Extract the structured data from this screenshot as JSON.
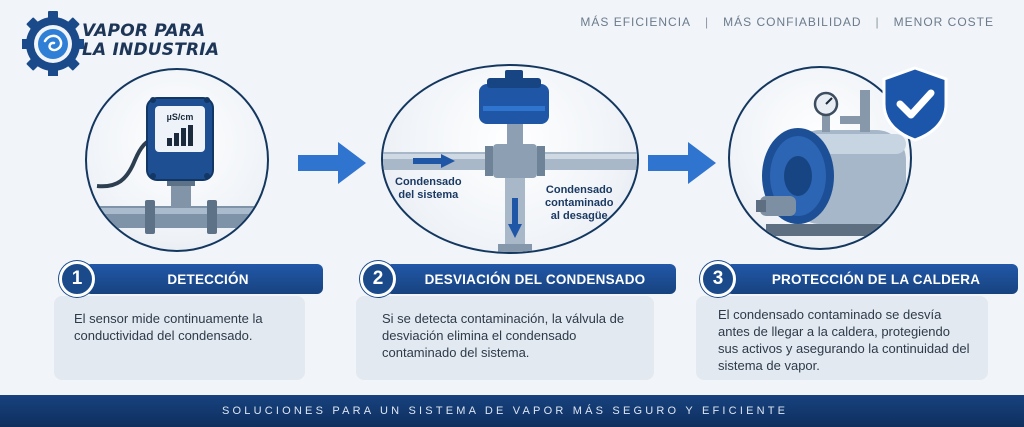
{
  "brand": {
    "line1": "VAPOR PARA",
    "line2": "LA INDUSTRIA"
  },
  "tagline": {
    "items": [
      "MÁS EFICIENCIA",
      "MÁS CONFIABILIDAD",
      "MENOR COSTE"
    ],
    "separator": "|"
  },
  "stage1": {
    "sensor_unit": "µS/cm"
  },
  "stage2": {
    "label_inflow": "Condensado\ndel sistema",
    "label_outflow": "Condensado\ncontaminado\nal desagüe"
  },
  "steps": [
    {
      "number": "1",
      "title": "DETECCIÓN",
      "description": "El sensor mide continuamente la conductividad del condensado."
    },
    {
      "number": "2",
      "title": "DESVIACIÓN DEL CONDENSADO",
      "description": "Si se detecta contaminación, la válvula de desviación elimina el condensado contaminado del sistema."
    },
    {
      "number": "3",
      "title": "PROTECCIÓN DE LA CALDERA",
      "description": "El condensado contaminado se desvía antes de llegar a la caldera, protegiendo sus activos y asegurando la continuidad del sistema de vapor."
    }
  ],
  "footer": {
    "text": "SOLUCIONES PARA UN SISTEMA DE VAPOR MÁS SEGURO Y EFICIENTE"
  },
  "colors": {
    "primary": "#1a4a8a",
    "accent": "#2f7fd6",
    "background": "#f1f4f8",
    "card": "#e3e9f0"
  },
  "icons": [
    "gear-logo-icon",
    "conductivity-sensor-icon",
    "diversion-valve-icon",
    "boiler-icon",
    "shield-check-icon",
    "flow-arrow-icon"
  ]
}
